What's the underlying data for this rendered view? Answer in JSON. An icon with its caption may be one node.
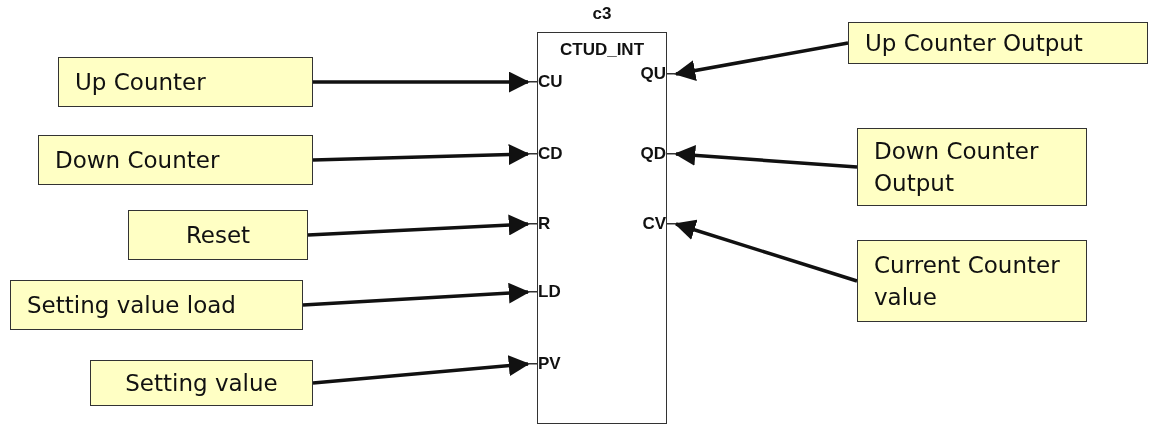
{
  "diagram": {
    "nodes": [
      {
        "text": [
          "c3",
          "CTUD_INT"
        ]
      },
      {
        "text": [
          "CU"
        ],
        "in": 0
      },
      {
        "text": [
          "CD"
        ],
        "in": 0
      },
      {
        "text": [
          "R"
        ],
        "in": 0
      },
      {
        "text": [
          "LD"
        ],
        "in": 0
      },
      {
        "text": [
          "PV"
        ],
        "in": 0
      },
      {
        "text": [
          "QU"
        ],
        "in": 0
      },
      {
        "text": [
          "QD"
        ],
        "in": 0
      },
      {
        "text": [
          "CV"
        ],
        "in": 0
      },
      {
        "text": [
          "Up Counter"
        ]
      },
      {
        "text": [
          "Down Counter"
        ]
      },
      {
        "text": [
          "Reset"
        ]
      },
      {
        "text": [
          "Setting value load"
        ]
      },
      {
        "text": [
          "Setting value"
        ]
      },
      {
        "text": [
          "Up Counter Output"
        ]
      },
      {
        "text": [
          "Down Counter Output"
        ]
      },
      {
        "text": [
          "Current Counter value"
        ]
      }
    ],
    "edges": [
      {
        "from": 9,
        "to": 1,
        "arrow": "to"
      },
      {
        "from": 10,
        "to": 2,
        "arrow": "to"
      },
      {
        "from": 11,
        "to": 3,
        "arrow": "to"
      },
      {
        "from": 12,
        "to": 4,
        "arrow": "to"
      },
      {
        "from": 13,
        "to": 5,
        "arrow": "to"
      },
      {
        "from": 14,
        "to": 6,
        "arrow": "to"
      },
      {
        "from": 15,
        "to": 7,
        "arrow": "to"
      },
      {
        "from": 16,
        "to": 8,
        "arrow": "to"
      }
    ]
  }
}
